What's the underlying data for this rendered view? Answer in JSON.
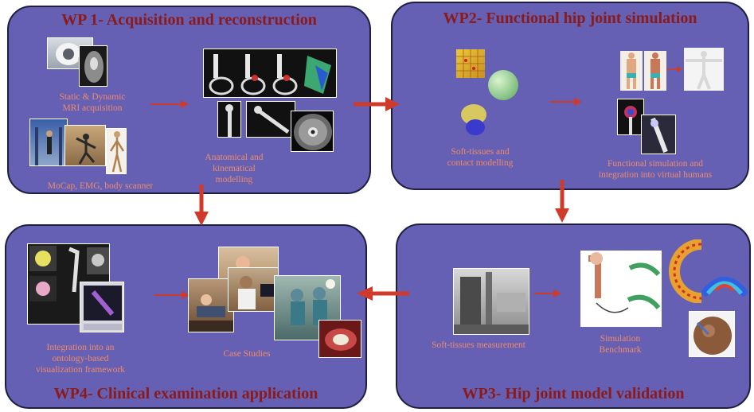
{
  "colors": {
    "panel_fill": "#6560b4",
    "panel_border": "#1e1e40",
    "title": "#8b1a1a",
    "label": "#f08a6a",
    "arrow": "#d03a2a"
  },
  "wp1": {
    "title": "WP 1- Acquisition and reconstruction",
    "mri_label": "Static & Dynamic\nMRI acquisition",
    "mocap_label": "MoCap, EMG, body scanner",
    "anatomical_label": "Anatomical and\nkinematical\nmodelling"
  },
  "wp2": {
    "title": "WP2- Functional hip joint simulation",
    "softtissue_label": "Soft-tissues and\ncontact modelling",
    "functional_label": "Functional simulation and\nintegration into virtual humans"
  },
  "wp3": {
    "title": "WP3- Hip joint model validation",
    "measurement_label": "Soft-tissues measurement",
    "benchmark_label": "Simulation\nBenchmark"
  },
  "wp4": {
    "title": "WP4- Clinical examination application",
    "integration_label": "Integration into an\nontology-based\nvisualization framework",
    "case_label": "Case Studies"
  },
  "icons": [
    "mri-scanner-image",
    "mri-slice-image",
    "mocap-studio-image",
    "dancer-image",
    "skeleton-figure-image",
    "hip-render-image",
    "femur-image",
    "ct-crosssection-image",
    "mesh-cube-image",
    "sphere-image",
    "pelvis-mesh-image",
    "body-front-image",
    "body-back-image",
    "avatar-image",
    "hip-overlay-image",
    "lab-equipment-image",
    "hip-diagram-image",
    "cartilage-ring-image",
    "rainbow-map-image",
    "femoral-head-image",
    "mri-viewer-image",
    "clinic-photo-image",
    "surgery-photo-image",
    "hip-socket-image"
  ]
}
